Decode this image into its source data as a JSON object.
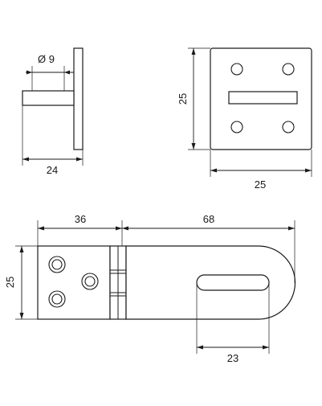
{
  "dimensions": {
    "hole_diameter": "Ø 9",
    "side_depth": "24",
    "plate_height": "25",
    "plate_width": "25",
    "hasp_length_hinge": "36",
    "hasp_length_strap": "68",
    "hasp_height": "25",
    "slot_length": "23"
  }
}
